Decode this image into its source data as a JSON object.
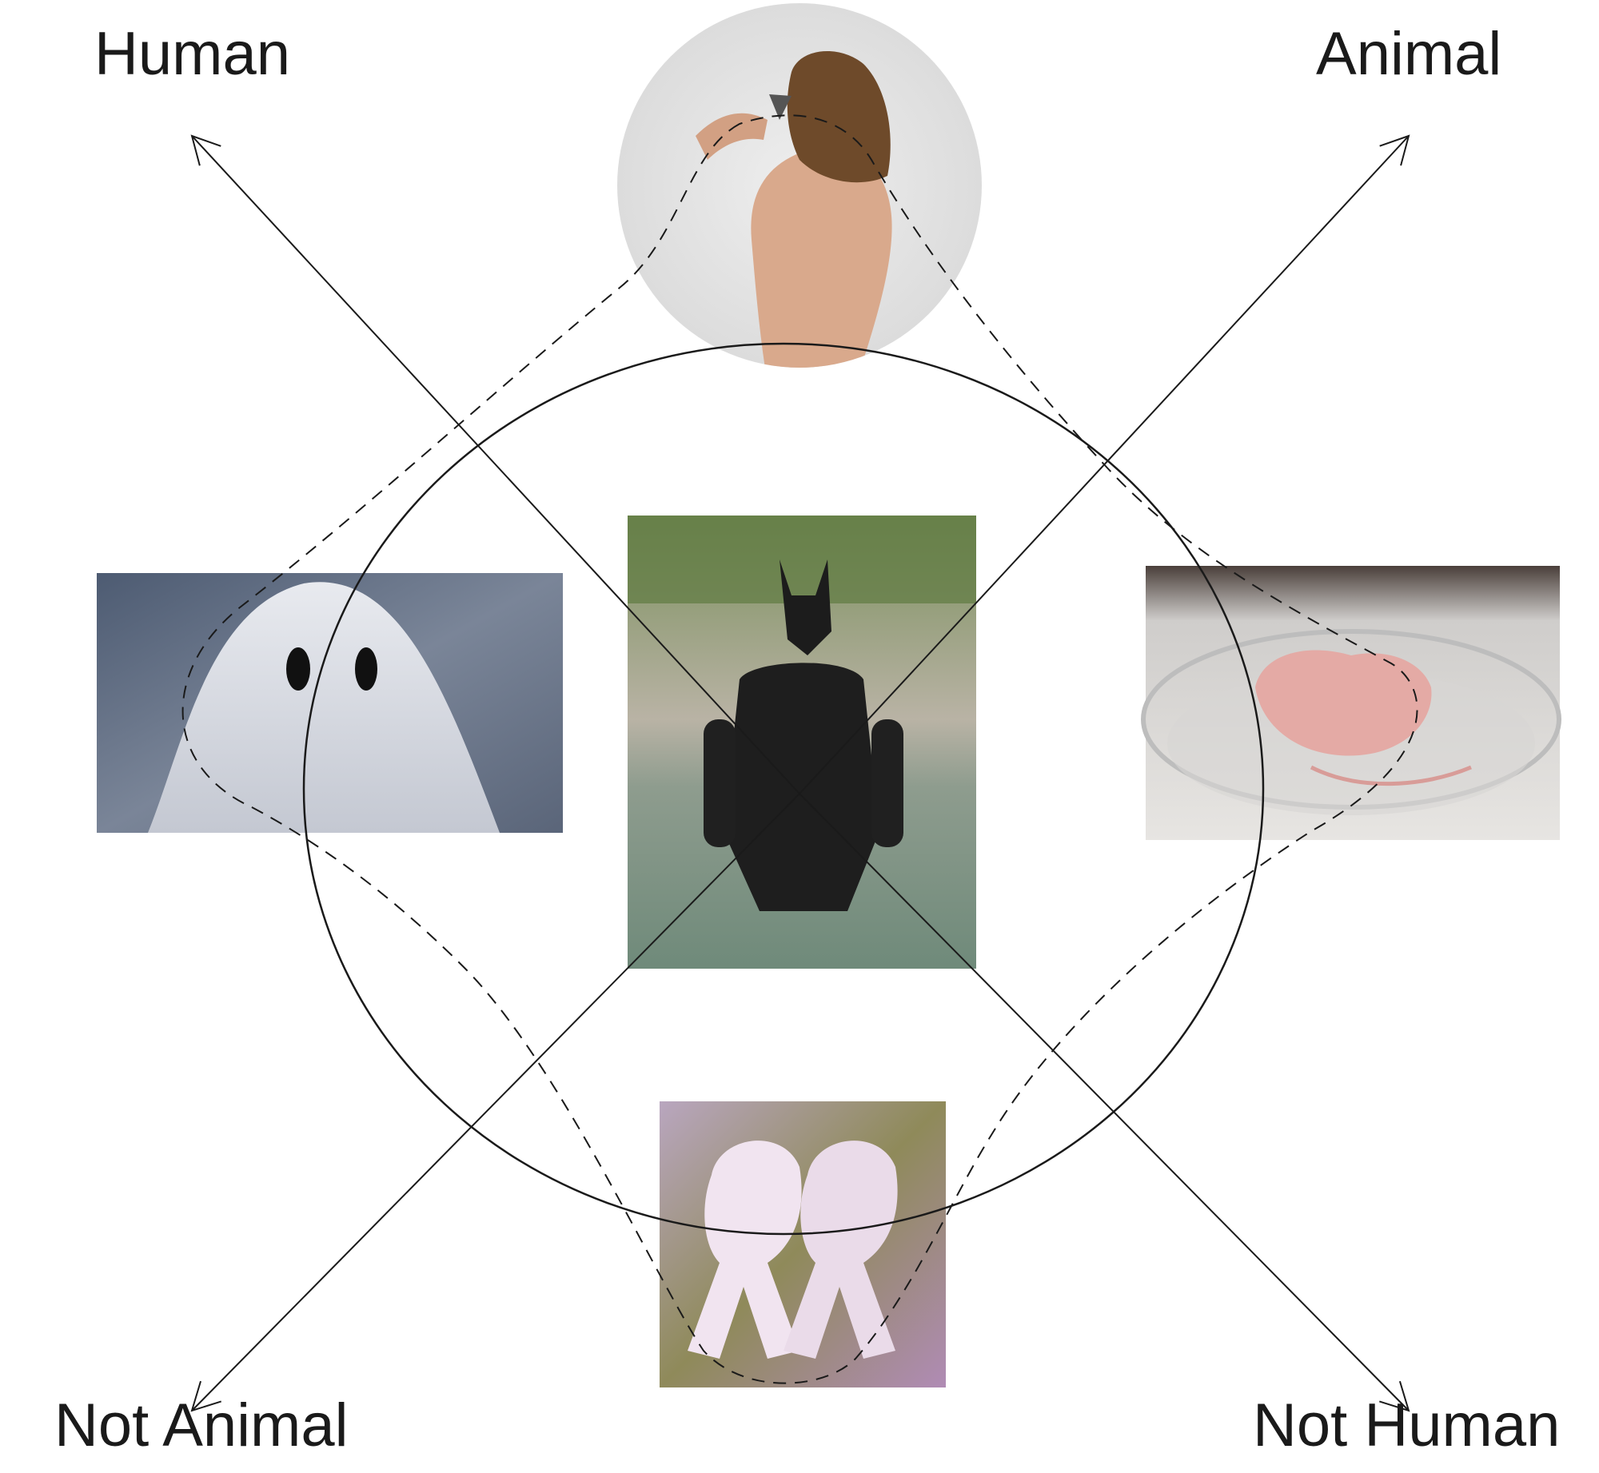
{
  "axes": {
    "top_left": "Human",
    "top_right": "Animal",
    "bottom_left": "Not Animal",
    "bottom_right": "Not Human"
  },
  "images": {
    "top": "bird-headed-human-photo",
    "left": "bedsheet-ghost-photo",
    "center": "rubber-suited-wader-photo",
    "right": "hairless-mouse-in-dish-photo",
    "bottom": "orchid-flowers-photo"
  },
  "colors": {
    "line": "#1a1a1a",
    "background": "#ffffff"
  }
}
